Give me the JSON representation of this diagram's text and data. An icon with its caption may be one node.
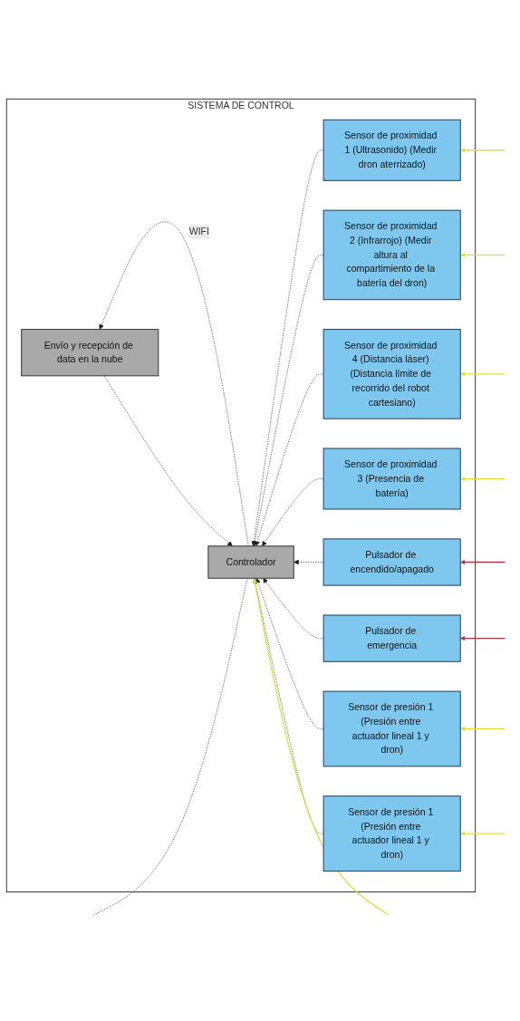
{
  "diagram": {
    "nodes": [
      {
        "text": [
          "SISTEMA DE CONTROL"
        ]
      },
      {
        "text": [
          "Sensor de proximidad 1 (Ultrasonido) (Medir dron aterrizado)"
        ],
        "in": 0
      },
      {
        "text": [
          "Sensor de proximidad 2 (Infrarrojo) (Medir altura al compartimiento de la batería del dron)"
        ],
        "in": 0
      },
      {
        "text": [
          "Sensor de proximidad 4 (Distancia láser) (Distancia límite de recorrido del robot cartesiano)"
        ],
        "in": 0
      },
      {
        "text": [
          "Controlador"
        ],
        "in": 0
      },
      {
        "text": [
          "Envío y recepción de data en la nube"
        ],
        "in": 0
      },
      {
        "text": [
          "Sensor de proximidad 3 (Presencia de batería)"
        ],
        "in": 0
      },
      {
        "text": [
          "Pulsador de encendido/apagado"
        ],
        "in": 0
      },
      {
        "text": [
          "Pulsador de emergencia"
        ],
        "in": 0
      },
      {
        "text": [
          "Sensor de presión 1 (Presión entre actuador lineal 1 y dron)"
        ],
        "in": 0
      },
      {
        "text": [
          "Sensor de presión 1 (Presión entre actuador lineal 1 y dron)"
        ],
        "in": 0
      }
    ],
    "edges": [
      {
        "from": 1,
        "to": 4,
        "arrow": "to",
        "style": "dashed"
      },
      {
        "from": 2,
        "to": 4,
        "arrow": "to",
        "style": "dashed"
      },
      {
        "from": 3,
        "to": 4,
        "arrow": "to",
        "style": "dashed"
      },
      {
        "from": 6,
        "to": 4,
        "arrow": "to",
        "style": "dashed"
      },
      {
        "from": 7,
        "to": 4,
        "arrow": "to",
        "style": "dashed"
      },
      {
        "from": 8,
        "to": 4,
        "arrow": "to",
        "style": "dashed"
      },
      {
        "from": 9,
        "to": 4,
        "arrow": "to",
        "style": "dashed"
      },
      {
        "from": 10,
        "to": 4,
        "arrow": "to",
        "style": "dashed"
      },
      {
        "from": 4,
        "to": 5,
        "arrow": "to",
        "style": "dashed",
        "label": "WIFI"
      },
      {
        "from": 5,
        "to": 4,
        "arrow": "to",
        "style": "dashed"
      },
      {
        "from": null,
        "to": 4,
        "arrow": "to",
        "color": "#d4e04a"
      },
      {
        "from": 4,
        "to": null,
        "arrow": "none",
        "style": "dashed"
      },
      {
        "from": null,
        "to": 1,
        "arrow": "to",
        "color": "#e8dc3a"
      },
      {
        "from": null,
        "to": 2,
        "arrow": "to",
        "color": "#e8dc3a"
      },
      {
        "from": null,
        "to": 3,
        "arrow": "to",
        "color": "#e8dc3a"
      },
      {
        "from": null,
        "to": 6,
        "arrow": "to",
        "color": "#e8dc3a"
      },
      {
        "from": null,
        "to": 7,
        "arrow": "to",
        "color": "#a83a48"
      },
      {
        "from": null,
        "to": 8,
        "arrow": "to",
        "color": "#a83a48"
      },
      {
        "from": null,
        "to": 9,
        "arrow": "to",
        "color": "#e8dc3a"
      },
      {
        "from": null,
        "to": 10,
        "arrow": "to",
        "color": "#e8dc3a"
      }
    ]
  }
}
